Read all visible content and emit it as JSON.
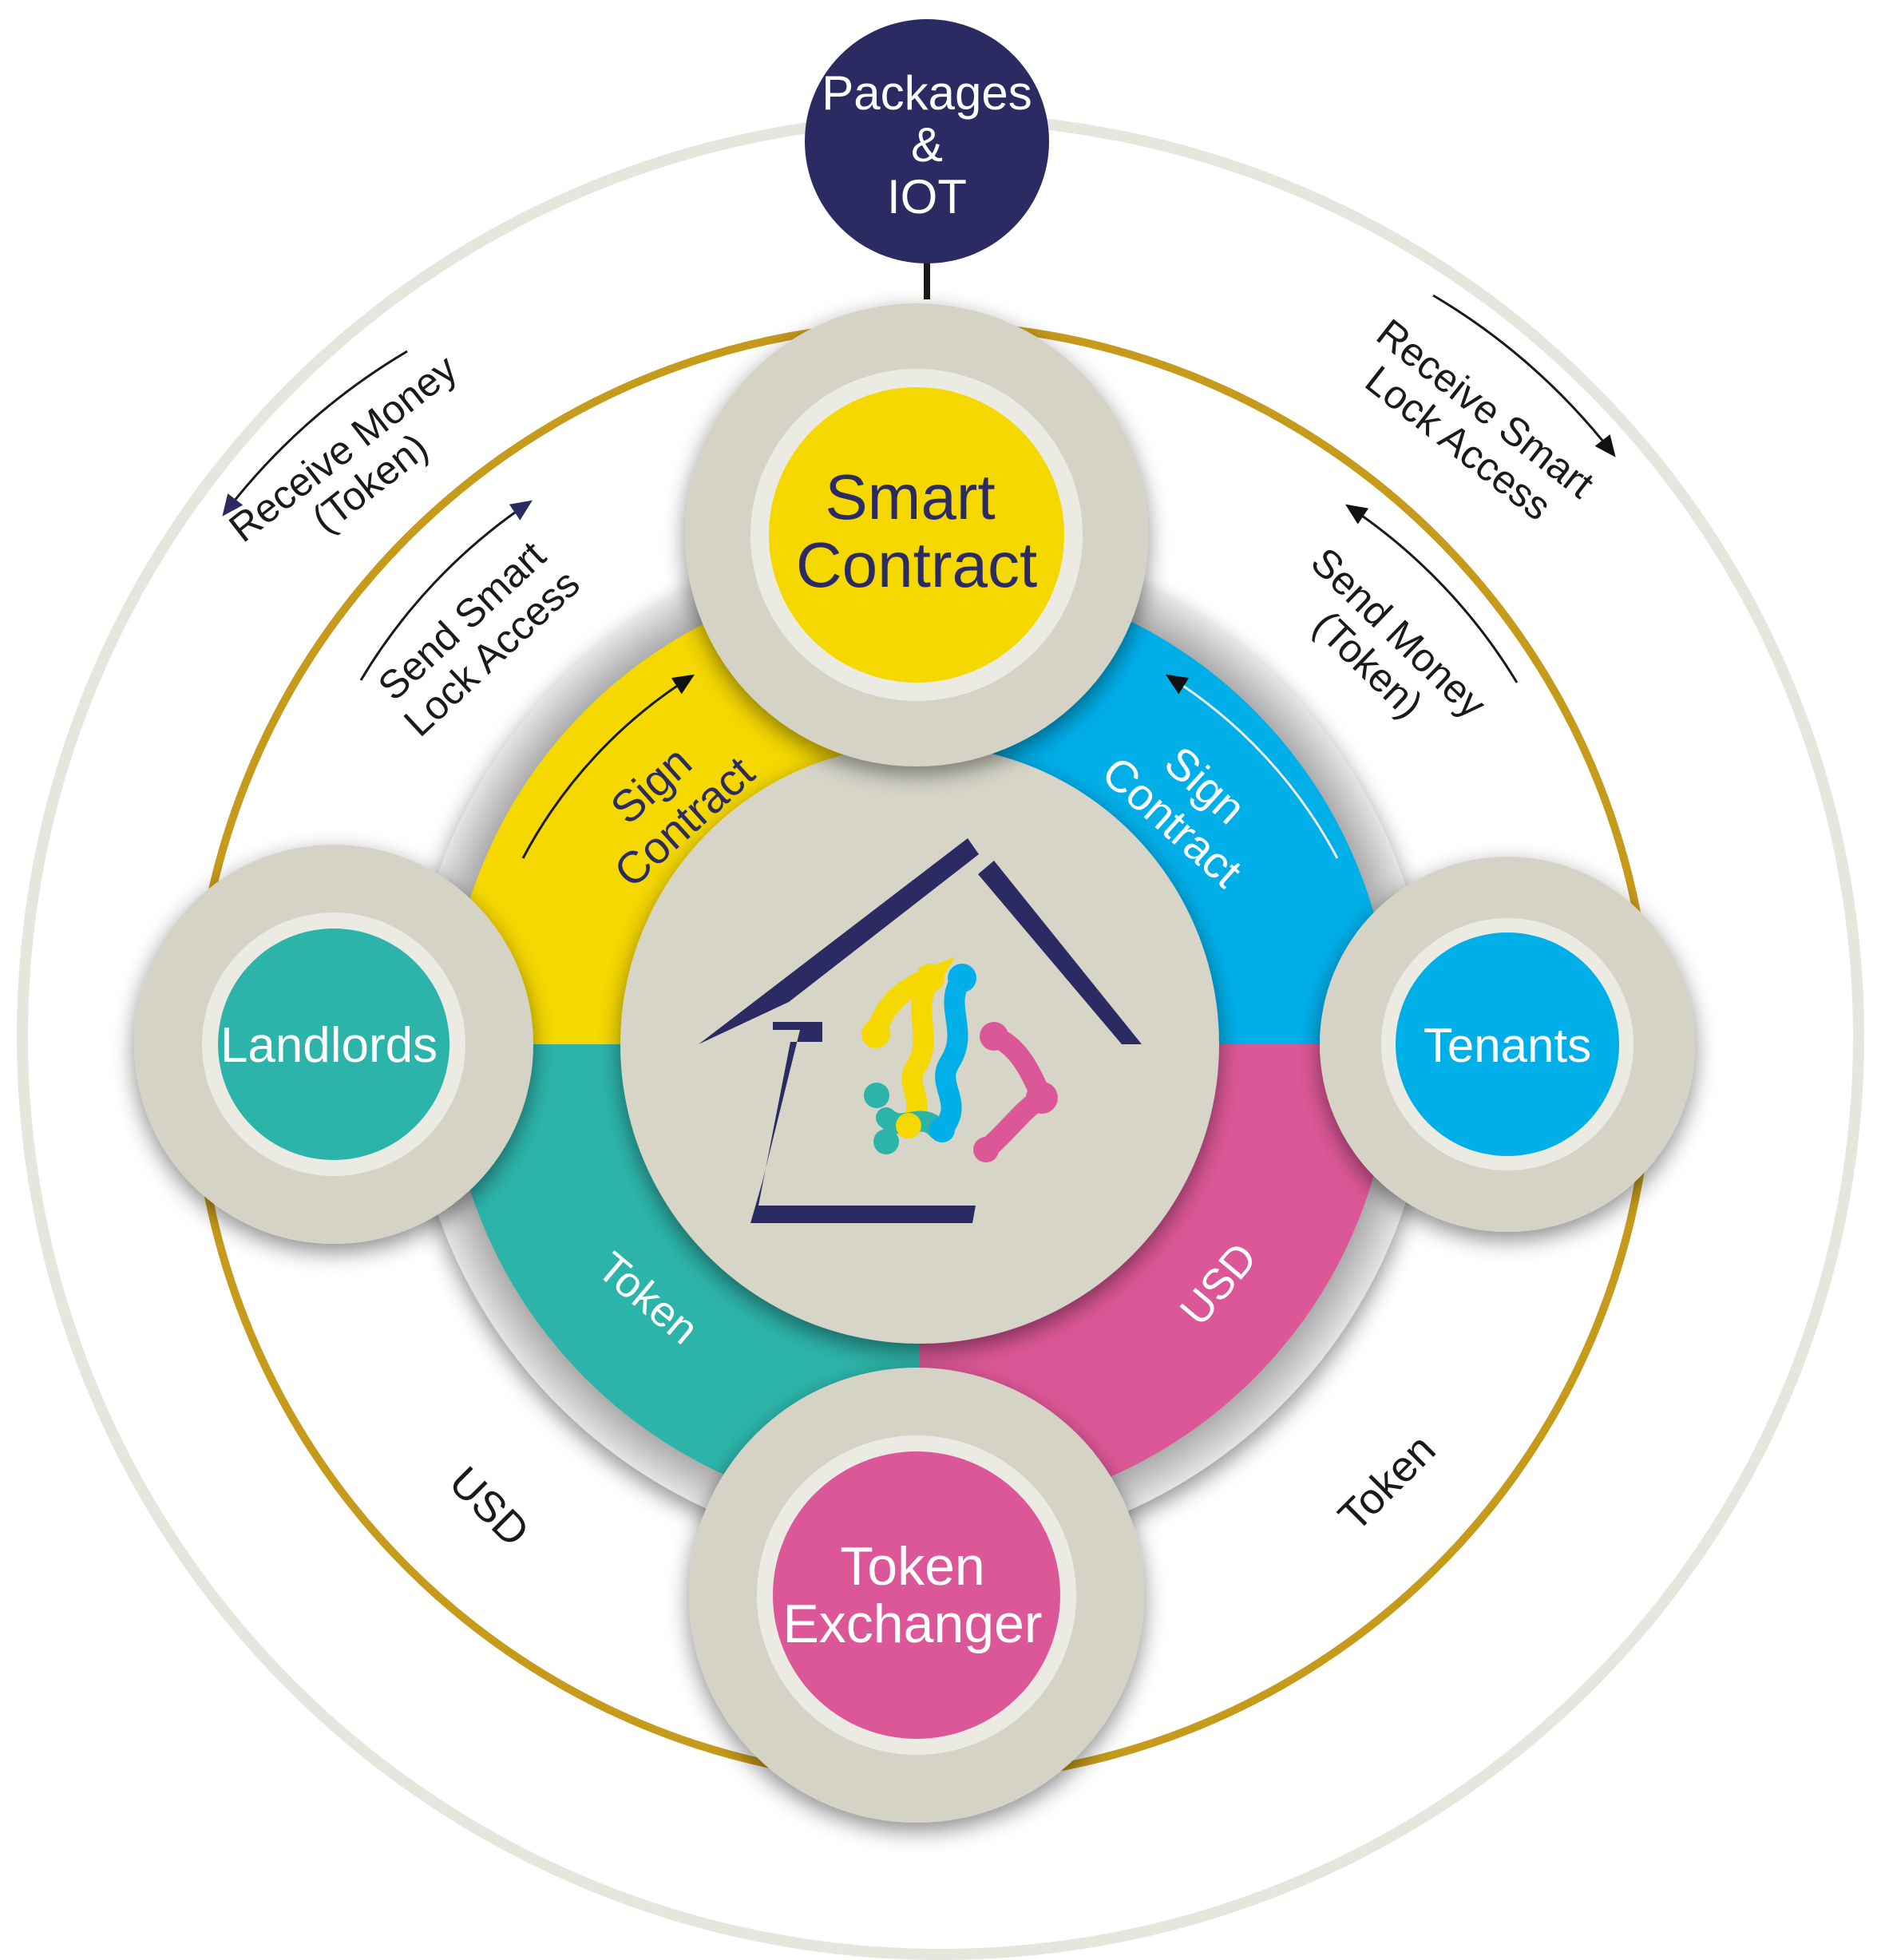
{
  "nodes": {
    "top": {
      "line1": "Packages",
      "line2": "&",
      "line3": "IOT"
    },
    "smart_contract": {
      "line1": "Smart",
      "line2": "Contract"
    },
    "landlords": {
      "label": "Landlords"
    },
    "tenants": {
      "label": "Tenants"
    },
    "token_exchanger": {
      "line1": "Token",
      "line2": "Exchanger"
    }
  },
  "ring_labels": {
    "sign_contract_left": {
      "line1": "Sign",
      "line2": "Contract"
    },
    "sign_contract_right": {
      "line1": "Sign",
      "line2": "Contract"
    },
    "token_segment": "Token",
    "usd_segment": "USD"
  },
  "flow_labels": {
    "receive_money": {
      "line1": "Receive Money",
      "line2": "(Token)"
    },
    "send_smart_lock": {
      "line1": "Send Smart",
      "line2": "Lock Access"
    },
    "receive_smart_lock": {
      "line1": "Receive Smart",
      "line2": "Lock Access"
    },
    "send_money": {
      "line1": "Send Money",
      "line2": "(Token)"
    },
    "usd_outer": "USD",
    "token_outer": "Token"
  },
  "colors": {
    "navy": "#2b2a63",
    "yellow": "#f5d800",
    "cyan": "#00aee8",
    "teal": "#2db4aa",
    "magenta": "#dc5797",
    "gold": "#c69a1b",
    "outer_ring": "#e5e6dd",
    "node_ring": "#d4d3c6"
  }
}
